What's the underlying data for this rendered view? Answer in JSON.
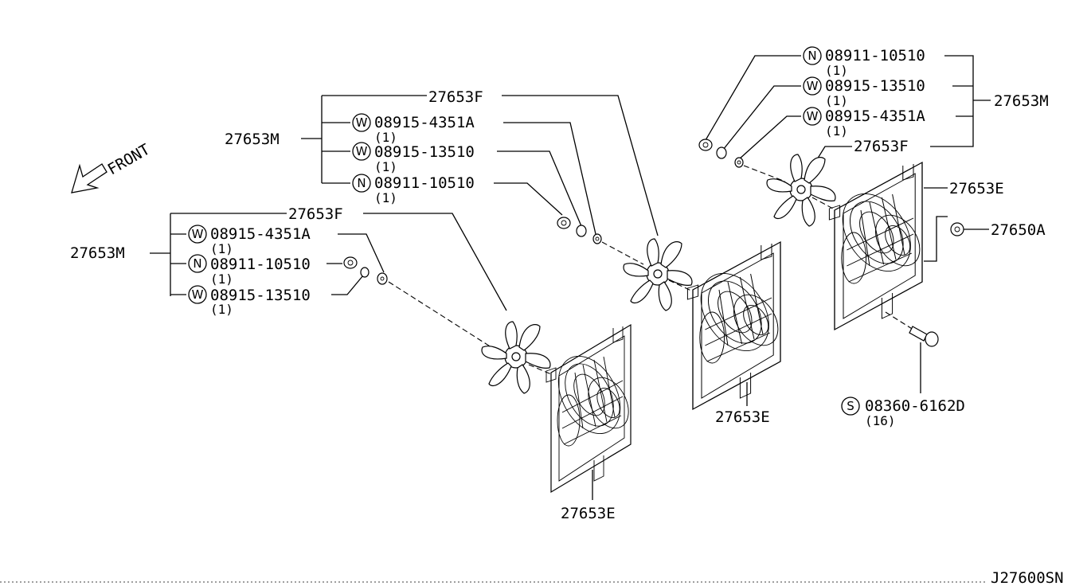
{
  "front_label": "FRONT",
  "diagram_code": "J27600SN",
  "groups": {
    "left": {
      "fan_label": "27653F",
      "assy_label": "27653M",
      "items": [
        {
          "symbol": "W",
          "part": "08915-4351A",
          "qty": "(1)"
        },
        {
          "symbol": "N",
          "part": "08911-10510",
          "qty": "(1)"
        },
        {
          "symbol": "W",
          "part": "08915-13510",
          "qty": "(1)"
        }
      ],
      "shroud_label": "27653E"
    },
    "middle": {
      "fan_label": "27653F",
      "assy_label": "27653M",
      "items": [
        {
          "symbol": "W",
          "part": "08915-4351A",
          "qty": "(1)"
        },
        {
          "symbol": "W",
          "part": "08915-13510",
          "qty": "(1)"
        },
        {
          "symbol": "N",
          "part": "08911-10510",
          "qty": "(1)"
        }
      ],
      "shroud_label": "27653E"
    },
    "right": {
      "fan_label": "27653F",
      "assy_label": "27653M",
      "items": [
        {
          "symbol": "N",
          "part": "08911-10510",
          "qty": "(1)"
        },
        {
          "symbol": "W",
          "part": "08915-13510",
          "qty": "(1)"
        },
        {
          "symbol": "W",
          "part": "08915-4351A",
          "qty": "(1)"
        }
      ],
      "shroud_label": "27653E",
      "grommet_label": "27650A",
      "screw": {
        "symbol": "S",
        "part": "08360-6162D",
        "qty": "(16)"
      }
    }
  }
}
